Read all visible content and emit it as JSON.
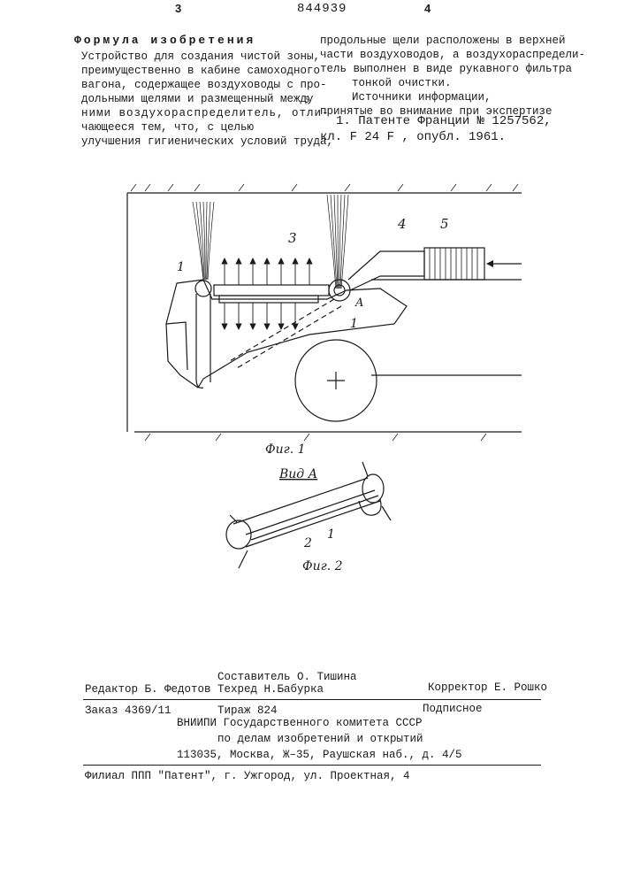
{
  "header": {
    "page_left": "3",
    "patent_number": "844939",
    "page_right": "4"
  },
  "left_column": {
    "title": "Формула изобретения",
    "lines": [
      "Устройство для создания чистой зоны,",
      "преимущественно в кабине самоходного",
      "вагона, содержащее воздуховоды с про-",
      "дольными щелями и размещенный между",
      "ними воздухораспределитель, отли-",
      "чающееся тем, что, с целью",
      "улучшения гигиенических условий труда,"
    ]
  },
  "right_column": {
    "lines": [
      "продольные щели расположены в верхней",
      "части воздуховодов, а воздухораспредели-",
      "тель выполнен в виде рукавного фильтра",
      "тонкой очистки."
    ],
    "sources_title": "Источники информации,",
    "sources_subtitle": "принятые во внимание при экспертизе",
    "sources": [
      "1. Патенте Франции  №  1257562,",
      "кл.  F 24 F , опубл.  1961."
    ]
  },
  "line_marker": "5",
  "figure1": {
    "caption": "Фиг. 1",
    "labels": {
      "l1a": "1",
      "l1b": "1",
      "l3": "3",
      "l4": "4",
      "l5": "5",
      "lA": "A"
    }
  },
  "figure2": {
    "view_title": "Вид А",
    "caption": "Фиг. 2",
    "labels": {
      "l1": "1",
      "l2": "2"
    }
  },
  "imprint": {
    "compiler": "Составитель О. Тишина",
    "editor": "Редактор Б. Федотов",
    "techred": "Техред  Н.Бабурка",
    "corrector": "Корректор Е. Рошко",
    "order": "Заказ  4369/11",
    "circulation": "Тираж  824",
    "subscription": "Подписное",
    "org1": "ВНИИПИ  Государственного   комитета СССР",
    "org2": "по делам изобретений и открытий",
    "address": "113035,  Москва,  Ж–35,  Раушская наб.,  д. 4/5",
    "branch": "Филиал ППП \"Патент\", г. Ужгород, ул. Проектная, 4"
  }
}
